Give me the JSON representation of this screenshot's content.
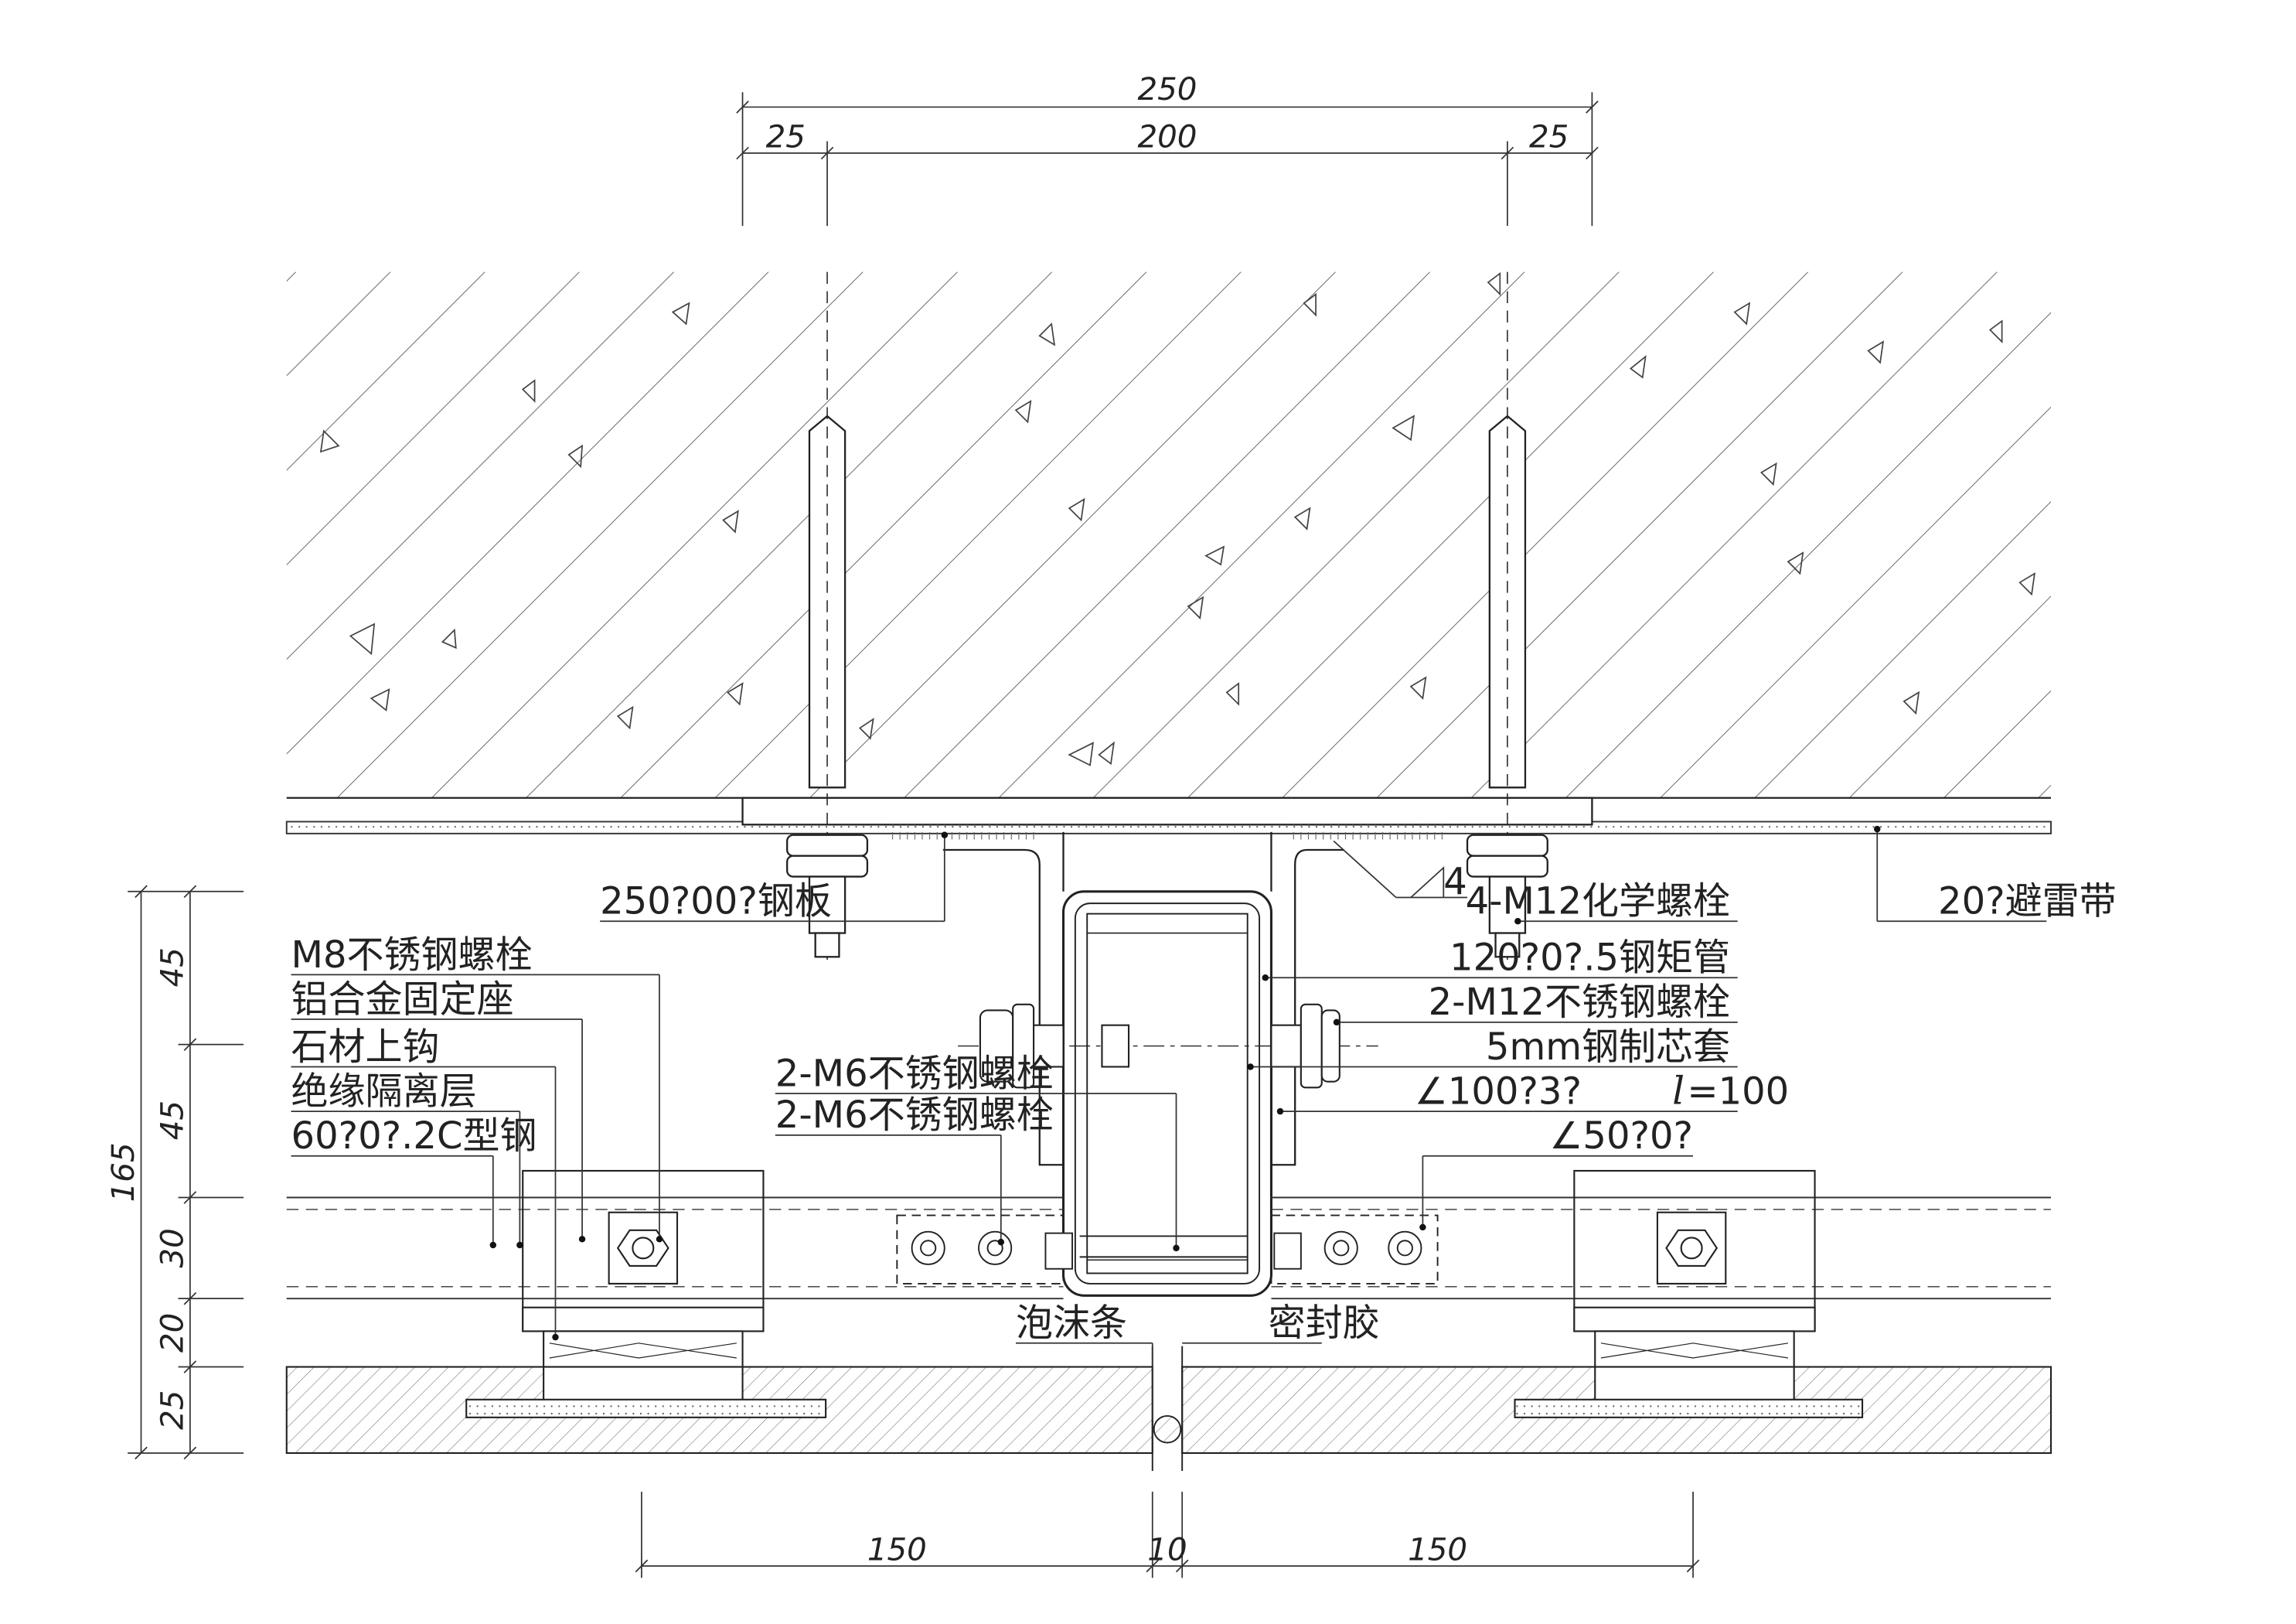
{
  "dimensions_top": {
    "total": "250",
    "left_edge": "25",
    "middle": "200",
    "right_edge": "25"
  },
  "dimensions_left": {
    "total": "165",
    "seg1": "45",
    "seg2": "45",
    "seg3": "30",
    "seg4": "20",
    "seg5": "25"
  },
  "dimensions_bottom": {
    "left_panel": "150",
    "joint": "10",
    "right_panel": "150"
  },
  "labels": {
    "steel_plate": "250?00?钢板",
    "lightning_strip": "20?避雷带",
    "weld": "4",
    "chem_bolt": "4-M12化学螺栓",
    "steel_tube": "120?0?.5钢矩管",
    "ss_bolt_m12": "2-M12不锈钢螺栓",
    "core_sleeve": "5mm钢制芯套",
    "angle_100": "∠100?3?",
    "length_prefix": "l",
    "length_value": "=100",
    "angle_50": "∠50?0?",
    "m8_bolt": "M8不锈钢螺栓",
    "alu_base": "铝合金固定座",
    "stone_hook": "石材上钩",
    "insulation": "绝缘隔离层",
    "c_steel": "60?0?.2C型钢",
    "m6_bolt_a": "2-M6不锈钢螺栓",
    "m6_bolt_b": "2-M6不锈钢螺栓",
    "foam_strip": "泡沫条",
    "sealant": "密封胶"
  }
}
